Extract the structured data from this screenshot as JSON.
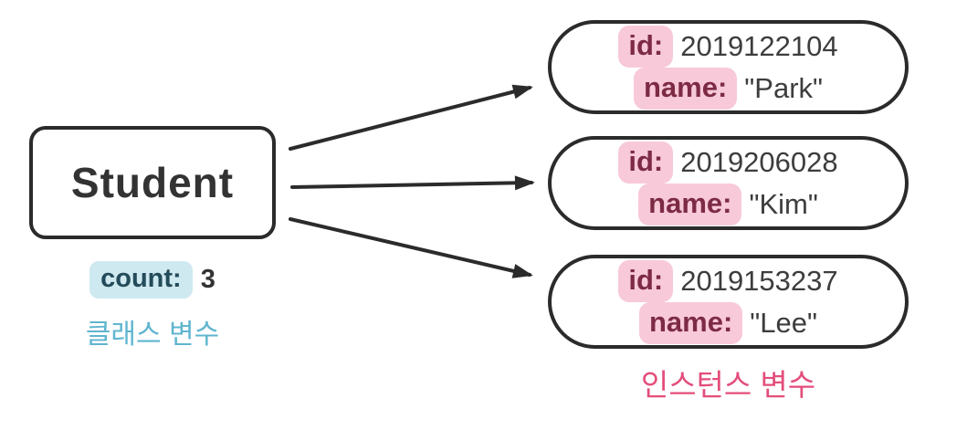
{
  "diagram": {
    "class_box": {
      "label": "Student"
    },
    "class_variable": {
      "key": "count:",
      "value": "3",
      "caption": "클래스 변수"
    },
    "instances": [
      {
        "fields": [
          {
            "key": "id:",
            "value": "2019122104"
          },
          {
            "key": "name:",
            "value": "\"Park\""
          }
        ]
      },
      {
        "fields": [
          {
            "key": "id:",
            "value": "2019206028"
          },
          {
            "key": "name:",
            "value": "\"Kim\""
          }
        ]
      },
      {
        "fields": [
          {
            "key": "id:",
            "value": "2019153237"
          },
          {
            "key": "name:",
            "value": "\"Lee\""
          }
        ]
      }
    ],
    "instances_caption": "인스턴스 변수",
    "colors": {
      "class_key_bg": "#cfe9f0",
      "class_key_text": "#234b59",
      "class_caption": "#5fb5cf",
      "instance_key_bg": "#f8c9d9",
      "instance_key_text": "#7d2b45",
      "instance_caption": "#e34e7b",
      "box_border": "#2b2b2b",
      "value_text": "#3d3d3d"
    }
  }
}
